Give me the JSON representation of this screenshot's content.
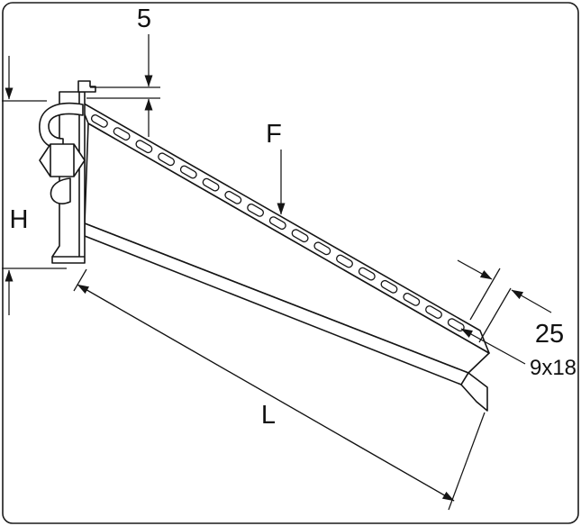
{
  "figure": {
    "background_color": "#ffffff",
    "line_color": "#151515",
    "labels": {
      "plate_thickness": "5",
      "load_force": "F",
      "bracket_height": "H",
      "arm_length": "L",
      "flange_width": "25",
      "slot_size": "9x18"
    },
    "slot_count": 17
  }
}
